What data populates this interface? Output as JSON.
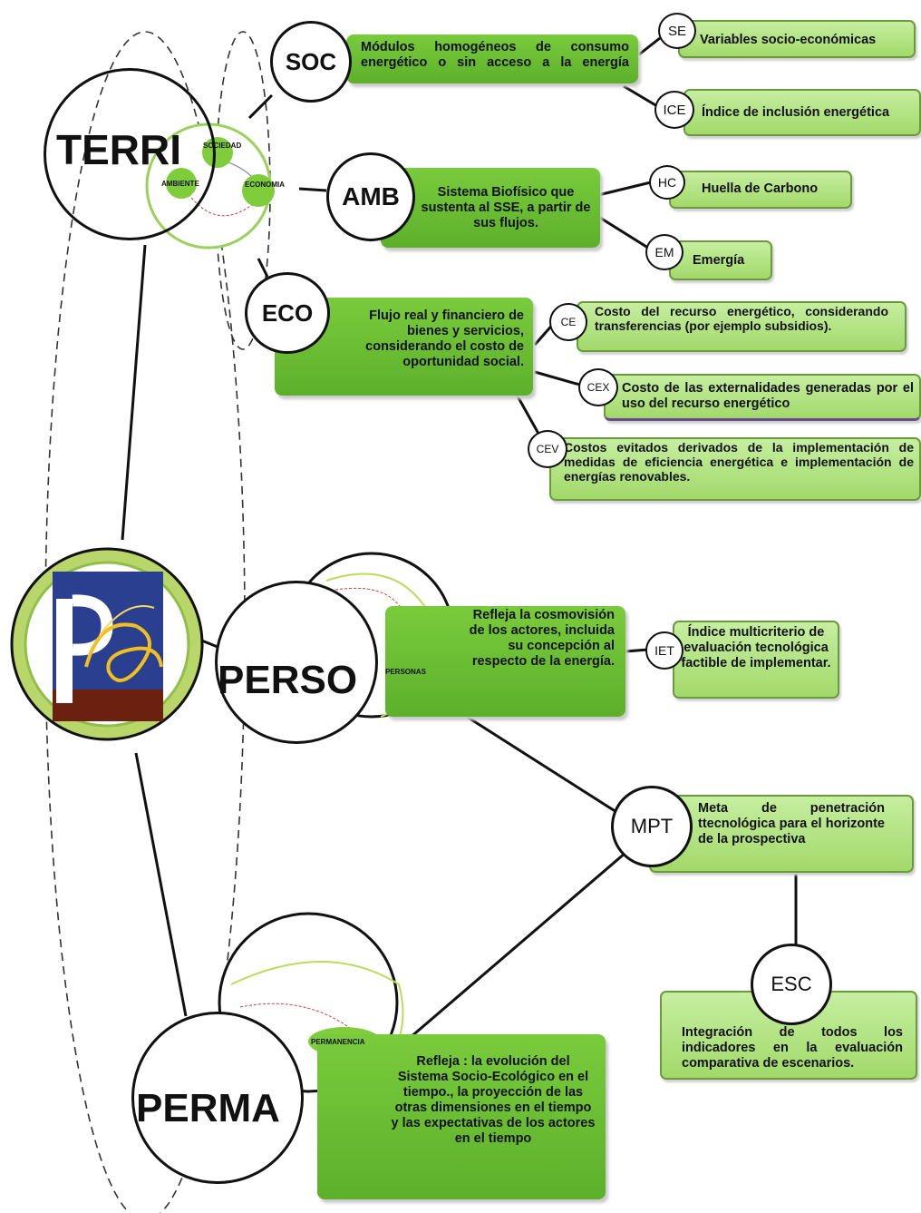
{
  "nodes": {
    "terri": "TERRI",
    "perso": "PERSO",
    "perma": "PERMA",
    "soc": "SOC",
    "amb": "AMB",
    "eco": "ECO",
    "se": "SE",
    "ice": "ICE",
    "hc": "HC",
    "em": "EM",
    "ce": "CE",
    "cex": "CEX",
    "cev": "CEV",
    "iet": "IET",
    "mpt": "MPT",
    "esc": "ESC"
  },
  "mini_labels": {
    "sociedad": "SOCIEDAD",
    "ambiente": "AMBIENTE",
    "economia": "ECONOMIA",
    "personas": "PERSONAS",
    "permanencia": "PERMANENCIA"
  },
  "boxes": {
    "soc": "Módulos homogéneos de consumo energético o sin acceso a la energía",
    "amb": "Sistema Biofísico que sustenta al SSE, a partir de sus flujos.",
    "eco": "Flujo real y financiero de bienes y servicios, considerando el costo de oportunidad social.",
    "perso": "Refleja la cosmovisión de los actores, incluida su concepción al respecto de la energía.",
    "perma": "Refleja : la evolución del Sistema Socio-Ecológico en el tiempo., la proyección de las otras dimensiones en el tiempo y las expectativas de los actores en el tiempo",
    "se": "Variables socio-económicas",
    "ice": "Índice de inclusión energética",
    "hc": "Huella de Carbono",
    "em": "Emergía",
    "ce": "Costo del recurso energético, considerando transferencias (por ejemplo subsidios).",
    "cex": "Costo de las externalidades generadas por el uso del recurso energético",
    "cev": "Costos evitados derivados de la implementación de medidas de eficiencia energética e implementación de energías renovables.",
    "iet": "Índice multicriterio de evaluación tecnológica factible de implementar.",
    "mpt": "Meta de penetración ttecnológica para el horizonte de la prospectiva",
    "esc": "Integración de todos los indicadores en la evaluación comparativa de escenarios."
  },
  "colors": {
    "dark_green": "#6cbf34",
    "light_green": "#b5e485",
    "line": "#111111"
  }
}
